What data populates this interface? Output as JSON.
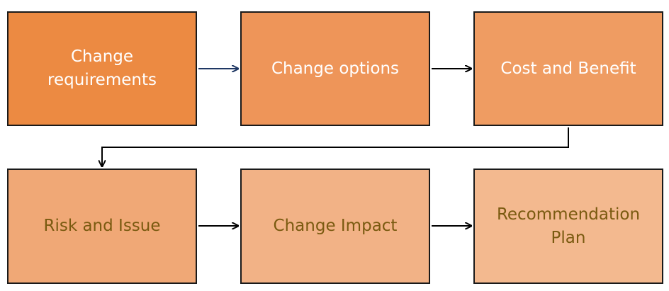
{
  "diagram": {
    "boxes": [
      {
        "lines": [
          "Change",
          "requirements"
        ],
        "fill": "#ec8a42",
        "text_color": "#ffffff"
      },
      {
        "lines": [
          "Change options"
        ],
        "fill": "#ee9559",
        "text_color": "#ffffff"
      },
      {
        "lines": [
          "Cost and Benefit"
        ],
        "fill": "#ef9c62",
        "text_color": "#ffffff"
      },
      {
        "lines": [
          "Risk and Issue"
        ],
        "fill": "#f0a876",
        "text_color": "#7a5a10"
      },
      {
        "lines": [
          "Change Impact"
        ],
        "fill": "#f2b286",
        "text_color": "#7a5a10"
      },
      {
        "lines": [
          "Recommendation",
          "Plan"
        ],
        "fill": "#f3b98f",
        "text_color": "#7a5a10"
      }
    ],
    "arrow_color_first": "#1f3864",
    "arrow_color": "#000000"
  }
}
